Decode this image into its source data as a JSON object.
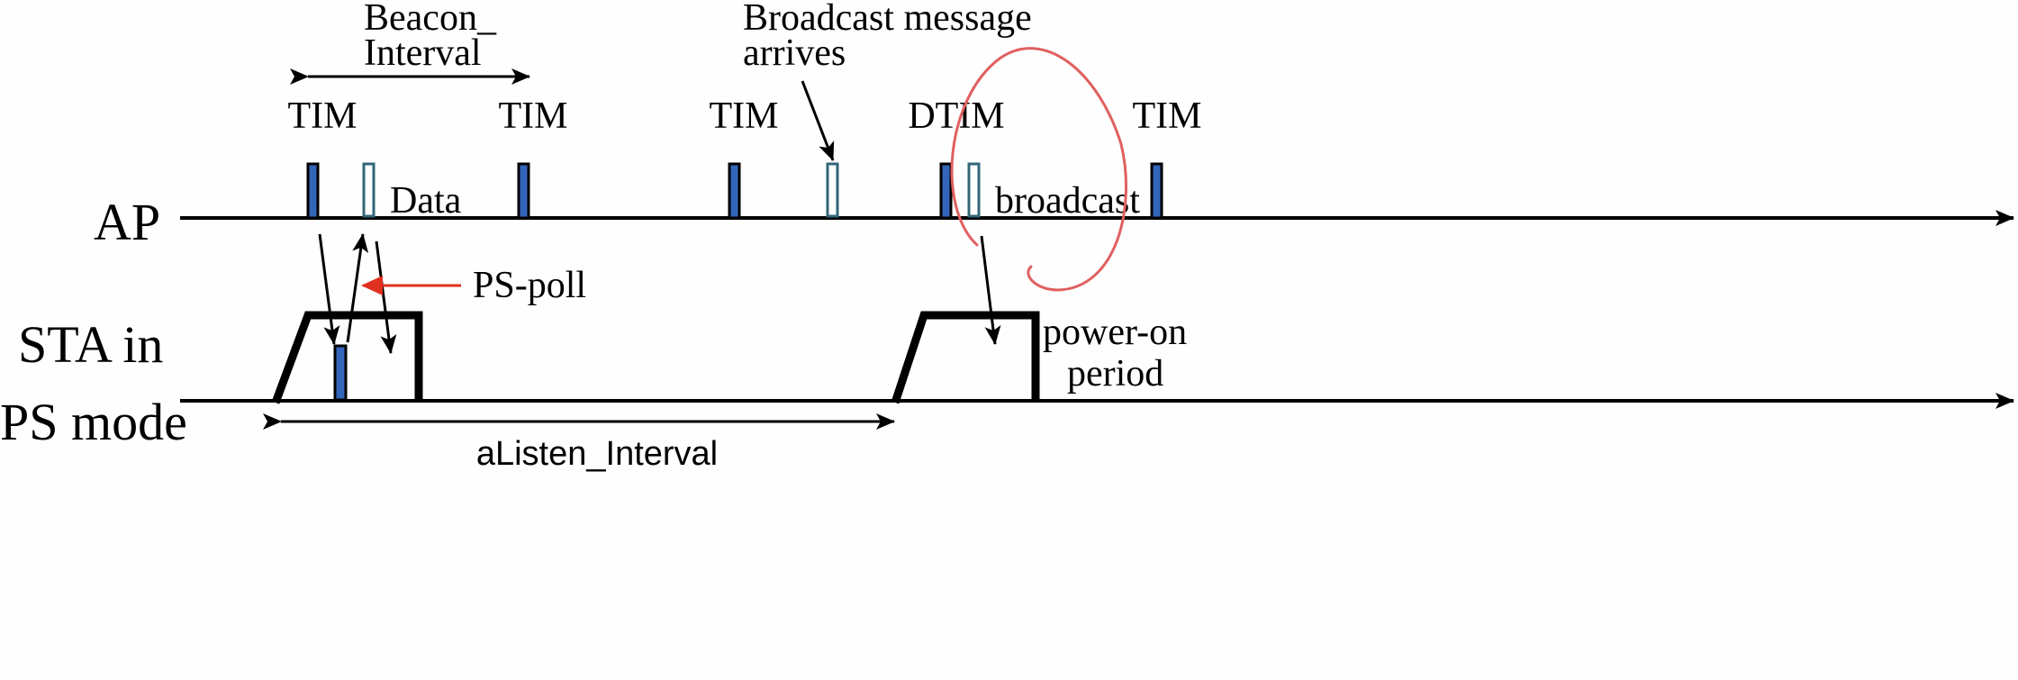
{
  "labels": {
    "beacon_line1": "Beacon_",
    "beacon_line2": "Interval",
    "broadcast_line1": "Broadcast  message",
    "broadcast_line2": "arrives",
    "tim1": "TIM",
    "tim2": "TIM",
    "tim3": "TIM",
    "dtim": "DTIM",
    "tim5": "TIM",
    "data": "Data",
    "broadcast": "broadcast",
    "ap": "AP",
    "sta_line1": "STA in",
    "sta_line2": "PS mode",
    "ps_poll": "PS-poll",
    "power_line1": "power-on",
    "power_line2": "period",
    "listen": "aListen_Interval"
  },
  "colors": {
    "frame_fill": "#3366bb",
    "hollow_stroke": "#336677",
    "ps_poll_arrow": "#e03020",
    "annotation": "#e06060"
  }
}
